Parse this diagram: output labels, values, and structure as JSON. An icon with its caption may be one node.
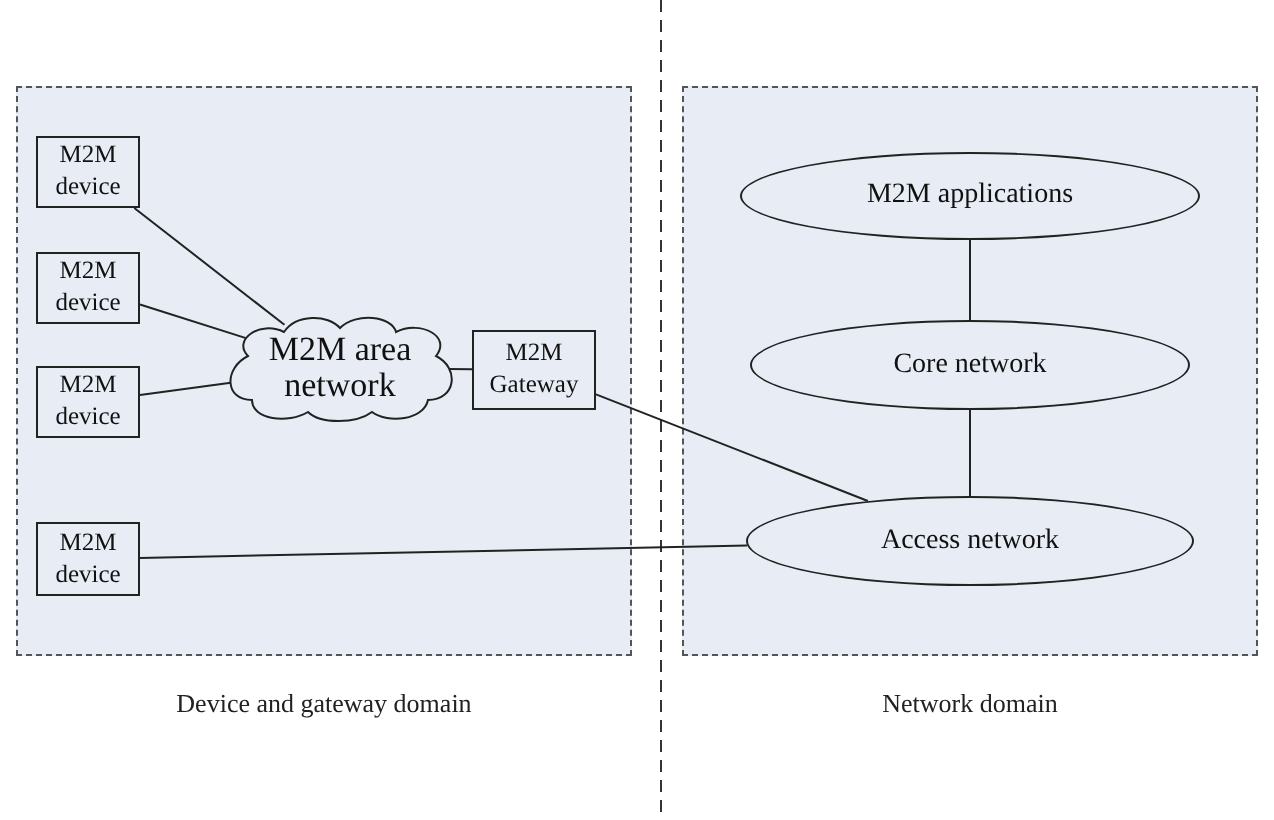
{
  "diagram": {
    "nodes": [
      {
        "text": [
          "Device and gateway domain"
        ]
      },
      {
        "text": [
          "Network domain"
        ]
      },
      {
        "text": [
          "M2M device"
        ],
        "in": 0
      },
      {
        "text": [
          "M2M device"
        ],
        "in": 0
      },
      {
        "text": [
          "M2M device"
        ],
        "in": 0
      },
      {
        "text": [
          "M2M area network"
        ],
        "in": 0
      },
      {
        "text": [
          "M2M Gateway"
        ],
        "in": 0
      },
      {
        "text": [
          "M2M device"
        ],
        "in": 0
      },
      {
        "text": [
          "M2M applications"
        ],
        "in": 1
      },
      {
        "text": [
          "Core network"
        ],
        "in": 1
      },
      {
        "text": [
          "Access network"
        ],
        "in": 1
      }
    ],
    "edges": [
      {
        "from": 2,
        "to": 5,
        "arrow": "none"
      },
      {
        "from": 3,
        "to": 5,
        "arrow": "none"
      },
      {
        "from": 4,
        "to": 5,
        "arrow": "none"
      },
      {
        "from": 5,
        "to": 6,
        "arrow": "none"
      },
      {
        "from": 6,
        "to": 10,
        "arrow": "none"
      },
      {
        "from": 7,
        "to": 10,
        "arrow": "none"
      },
      {
        "from": 8,
        "to": 9,
        "arrow": "none"
      },
      {
        "from": 9,
        "to": 10,
        "arrow": "none"
      }
    ]
  }
}
